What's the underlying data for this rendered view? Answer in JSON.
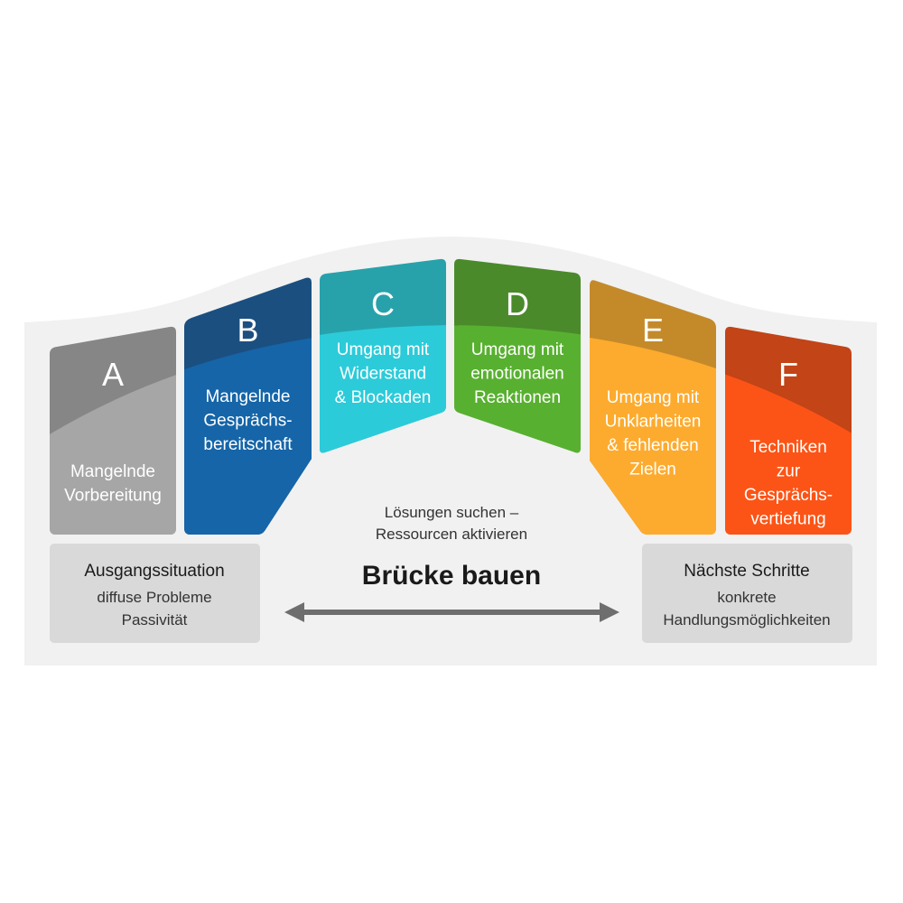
{
  "cards": [
    {
      "letter": "A",
      "lines": [
        "Mangelnde",
        "Vorbereitung"
      ],
      "dark": "#868686",
      "light": "#a6a6a6"
    },
    {
      "letter": "B",
      "lines": [
        "Mangelnde",
        "Gesprächs-",
        "bereitschaft"
      ],
      "dark": "#1b4f80",
      "light": "#1565a8"
    },
    {
      "letter": "C",
      "lines": [
        "Umgang mit",
        "Widerstand",
        "& Blockaden"
      ],
      "dark": "#27a2ab",
      "light": "#2ccbd9"
    },
    {
      "letter": "D",
      "lines": [
        "Umgang mit",
        "emotionalen",
        "Reaktionen"
      ],
      "dark": "#4a8a2b",
      "light": "#58b030"
    },
    {
      "letter": "E",
      "lines": [
        "Umgang mit",
        "Unklarheiten",
        "& fehlenden",
        "Zielen"
      ],
      "dark": "#c48a2a",
      "light": "#fdab2e"
    },
    {
      "letter": "F",
      "lines": [
        "Techniken",
        "zur",
        "Gesprächs-",
        "vertiefung"
      ],
      "dark": "#c24417",
      "light": "#fc5416"
    }
  ],
  "left_box": {
    "title": "Ausgangssituation",
    "lines": [
      "diffuse Probleme",
      "Passivität"
    ]
  },
  "right_box": {
    "title": "Nächste Schritte",
    "lines": [
      "konkrete",
      "Handlungsmöglichkeiten"
    ]
  },
  "center": {
    "subtitle": [
      "Lösungen suchen –",
      "Ressourcen aktivieren"
    ],
    "title": "Brücke bauen"
  },
  "colors": {
    "background": "#f1f1f1",
    "box": "#d9d9d9",
    "arrow": "#6e6e6e"
  }
}
